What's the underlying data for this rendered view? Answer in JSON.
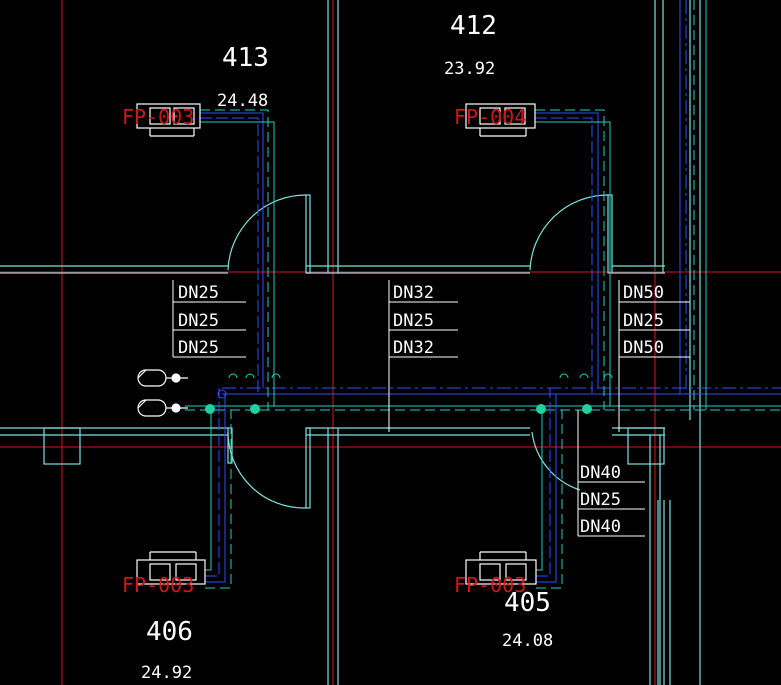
{
  "rooms": [
    {
      "number": "413",
      "area": "24.48",
      "unit_tag": "FP-003"
    },
    {
      "number": "412",
      "area": "23.92",
      "unit_tag": "FP-004"
    },
    {
      "number": "406",
      "area": "24.92",
      "unit_tag": "FP-003"
    },
    {
      "number": "405",
      "area": "24.08",
      "unit_tag": "FP-003"
    }
  ],
  "pipe_labels": {
    "left": [
      "DN25",
      "DN25",
      "DN25"
    ],
    "middle": [
      "DN32",
      "DN25",
      "DN32"
    ],
    "right_upper": [
      "DN50",
      "DN25",
      "DN50"
    ],
    "right_lower": [
      "DN40",
      "DN25",
      "DN40"
    ]
  },
  "colors": {
    "background": "#000000",
    "wall": "#7fe0e0",
    "axis": "#d01818",
    "pipe_blue": "#3050ff",
    "pipe_cyan": "#20d0c0",
    "valve": "#20d0a0",
    "text": "#ffffff"
  }
}
